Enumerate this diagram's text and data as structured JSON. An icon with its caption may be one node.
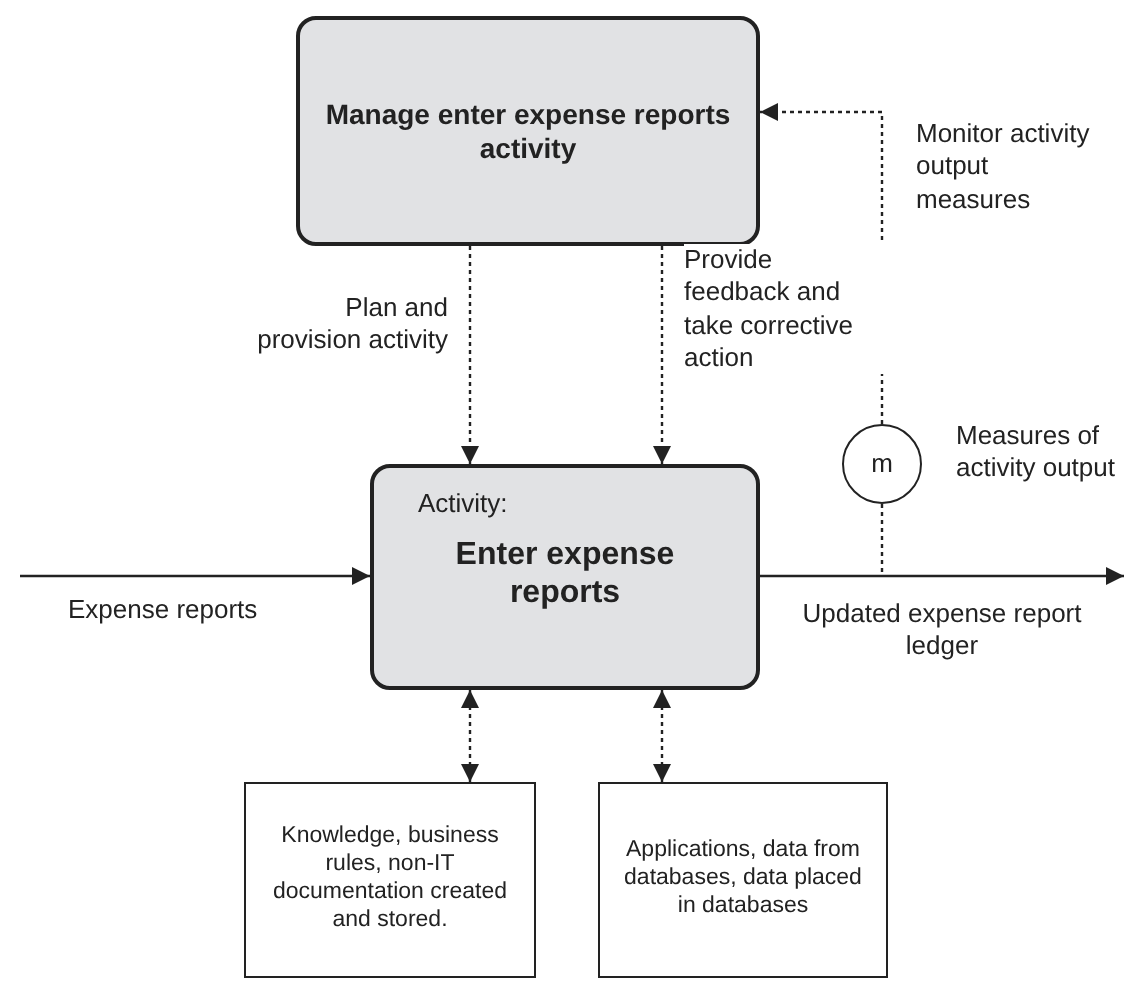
{
  "diagram": {
    "nodes": [
      {
        "text": [
          "Manage enter expense reports activity"
        ]
      },
      {
        "text": [
          "Activity:",
          "Enter expense reports"
        ]
      },
      {
        "text": [
          "m"
        ],
        "beside": [
          "Measures of activity output"
        ]
      },
      {
        "text": [
          "Knowledge, business rules, non-IT documentation created and stored."
        ]
      },
      {
        "text": [
          "Applications, data from databases, data placed in databases"
        ]
      }
    ],
    "edges": [
      {
        "from": null,
        "to": 1,
        "arrow": "to",
        "label": "Expense reports"
      },
      {
        "from": 1,
        "to": null,
        "arrow": "to",
        "label": "Updated expense report ledger"
      },
      {
        "from": 0,
        "to": 1,
        "arrow": "to",
        "style": "dashed",
        "label": "Plan and provision activity"
      },
      {
        "from": 0,
        "to": 1,
        "arrow": "to",
        "style": "dashed",
        "label": "Provide feedback and take corrective action"
      },
      {
        "from": 2,
        "to": 0,
        "arrow": "to",
        "style": "dashed",
        "label": "Monitor activity output measures"
      },
      {
        "from": 1,
        "to": 3,
        "arrow": "both",
        "style": "dashed"
      },
      {
        "from": 1,
        "to": 4,
        "arrow": "both",
        "style": "dashed"
      },
      {
        "from": 2,
        "to": null,
        "arrow": "none",
        "style": "dashed"
      }
    ]
  }
}
